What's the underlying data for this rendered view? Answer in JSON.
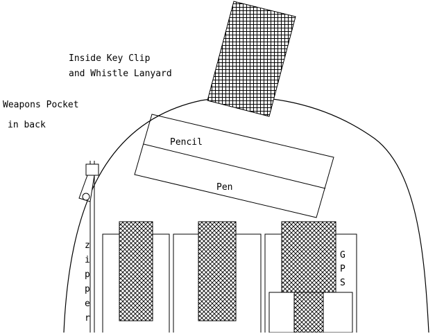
{
  "labels": {
    "key_clip_line1": "Inside Key Clip",
    "key_clip_line2": "and Whistle Lanyard",
    "weapons_line1": "Weapons Pocket",
    "weapons_line2": "in back",
    "pencil": "Pencil",
    "pen": "Pen",
    "zipper": [
      "z",
      "i",
      "p",
      "p",
      "e",
      "r"
    ],
    "gps": [
      "G",
      "P",
      "S"
    ]
  },
  "colors": {
    "line": "#000000",
    "background": "#ffffff"
  }
}
